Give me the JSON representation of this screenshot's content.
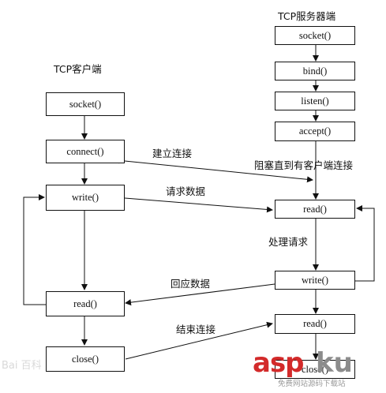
{
  "client": {
    "title": "TCP客户端",
    "boxes": [
      "socket()",
      "connect()",
      "write()",
      "read()",
      "close()"
    ]
  },
  "server": {
    "title": "TCP服务器端",
    "boxes": [
      "socket()",
      "bind()",
      "listen()",
      "accept()",
      "read()",
      "write()",
      "read()",
      "close()"
    ]
  },
  "annotations": {
    "establish": "建立连接",
    "block": "阻塞直到有客户端连接",
    "request": "请求数据",
    "process": "处理请求",
    "reply": "回应数据",
    "end": "结束连接"
  },
  "watermark": {
    "baidu": "Bai 百科",
    "asp": "asp",
    "ku": "ku",
    "sub": "免费网站源码下载站"
  }
}
